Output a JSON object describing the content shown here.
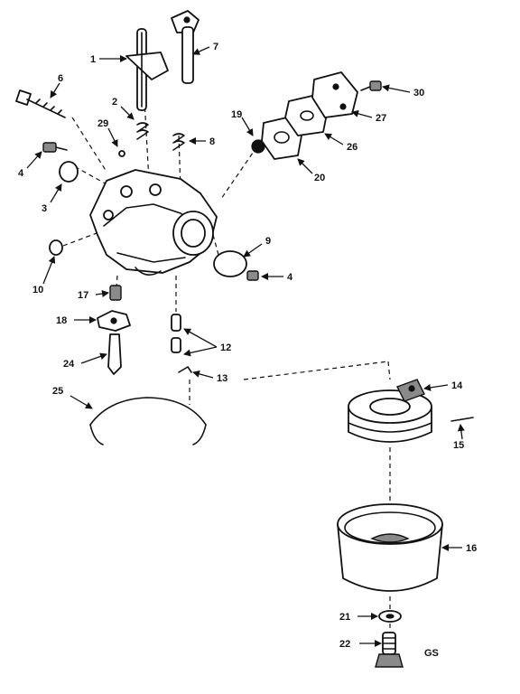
{
  "labels": {
    "l1": "1",
    "l2": "2",
    "l3": "3",
    "l4a": "4",
    "l4b": "4",
    "l6": "6",
    "l7": "7",
    "l8": "8",
    "l9": "9",
    "l10": "10",
    "l12": "12",
    "l13": "13",
    "l14": "14",
    "l15": "15",
    "l16": "16",
    "l17": "17",
    "l18": "18",
    "l19": "19",
    "l20": "20",
    "l21": "21",
    "l22": "22",
    "l24": "24",
    "l25": "25",
    "l26": "26",
    "l27": "27",
    "l29": "29",
    "l30": "30"
  },
  "corner_code": "GS"
}
